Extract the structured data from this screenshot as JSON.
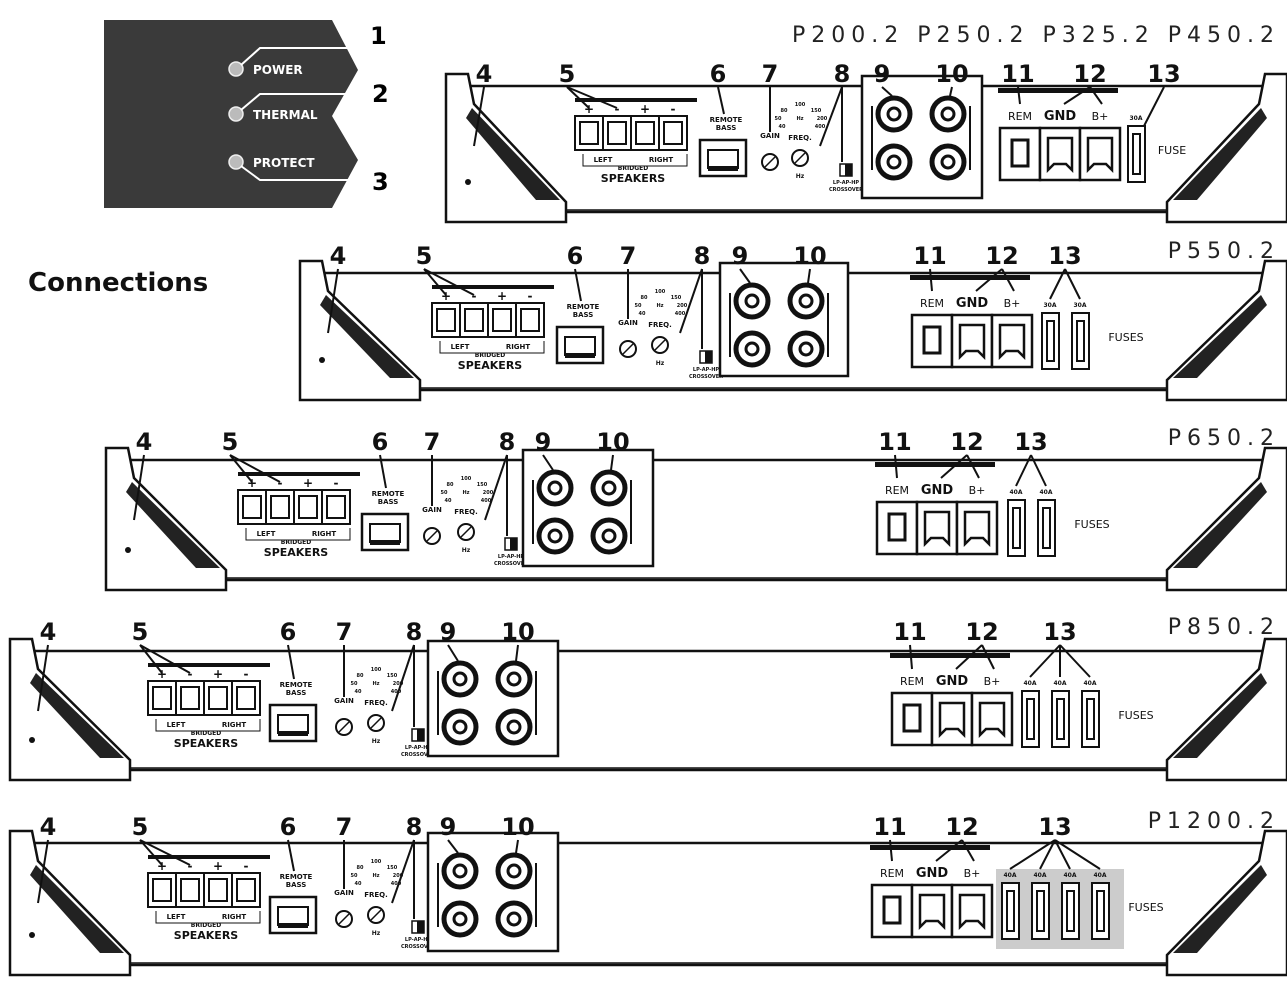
{
  "led_panel": {
    "leds": [
      {
        "label": "POWER",
        "number": "1"
      },
      {
        "label": "THERMAL",
        "number": "2"
      },
      {
        "label": "PROTECT",
        "number": "3"
      }
    ]
  },
  "section_title": "Connections",
  "labels": {
    "remote_bass": [
      "REMOTE",
      "BASS"
    ],
    "gain": "GAIN",
    "freq": "FREQ.",
    "hz": "Hz",
    "crossover": [
      "LP-AP-HP",
      "CROSSOVER"
    ],
    "left": "LEFT",
    "right": "RIGHT",
    "bridged": "BRIDGED",
    "speakers": "SPEAKERS",
    "plus": "+",
    "minus": "-",
    "rem": "REM",
    "gnd": "GND",
    "bplus": "B+",
    "fuse": "FUSE",
    "fuses": "FUSES",
    "freq_scale": [
      "100",
      "80",
      "150",
      "50",
      "Hz",
      "200",
      "40",
      "400"
    ]
  },
  "callout_numbers": [
    "4",
    "5",
    "6",
    "7",
    "8",
    "9",
    "10",
    "11",
    "12",
    "13"
  ],
  "amps": [
    {
      "id": "a",
      "models": [
        "P200.2",
        "P250.2",
        "P325.2",
        "P450.2"
      ],
      "fuses": [
        "30A"
      ]
    },
    {
      "id": "b",
      "models": [
        "P550.2"
      ],
      "fuses": [
        "30A",
        "30A"
      ]
    },
    {
      "id": "c",
      "models": [
        "P650.2"
      ],
      "fuses": [
        "40A",
        "40A"
      ]
    },
    {
      "id": "d",
      "models": [
        "P850.2"
      ],
      "fuses": [
        "40A",
        "40A",
        "40A"
      ]
    },
    {
      "id": "e",
      "models": [
        "P1200.2"
      ],
      "fuses": [
        "40A",
        "40A",
        "40A",
        "40A"
      ]
    }
  ]
}
